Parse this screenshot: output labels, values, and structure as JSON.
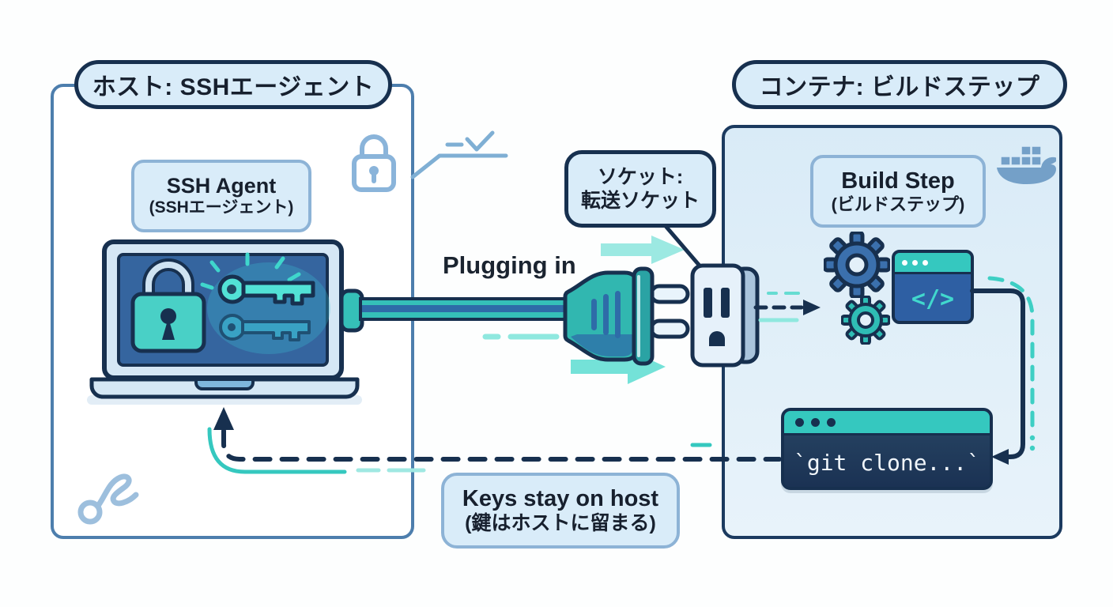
{
  "diagram": {
    "host": {
      "pill": "ホスト: SSHエージェント",
      "agent_line1": "SSH Agent",
      "agent_line2": "(SSHエージェント)"
    },
    "container": {
      "pill": "コンテナ: ビルドステップ",
      "build_line1": "Build Step",
      "build_line2": "(ビルドステップ)"
    },
    "socket_bubble": {
      "line1": "ソケット:",
      "line2": "転送ソケット"
    },
    "plugging_label": "Plugging in",
    "code_symbol": "</>",
    "terminal_command": "`git clone...`",
    "keys_note": {
      "line1": "Keys stay on host",
      "line2": "(鍵はホストに留まる)"
    },
    "icons": {
      "docker_whale": "docker-whale",
      "padlock_outline": "outline-padlock",
      "checkmark_doodle": "dash-and-checkmark",
      "laptop": "laptop-with-padlock-and-keys",
      "plug": "power-plug",
      "socket": "wall-socket",
      "gears": "two-gears",
      "code_window": "code-window",
      "terminal": "terminal-window",
      "branch_doodle": "git-branch-squiggle"
    },
    "colors": {
      "navy": "#17304f",
      "host_border": "#4d7ead",
      "container_fill": "#d9ebf7",
      "label_fill": "#d9ecf9",
      "label_border": "#8db3d6",
      "teal": "#35c0b8",
      "teal_light": "#8fe8df",
      "code_blue": "#2e5fa3",
      "terminal_bg": "#1e3a5f"
    }
  }
}
